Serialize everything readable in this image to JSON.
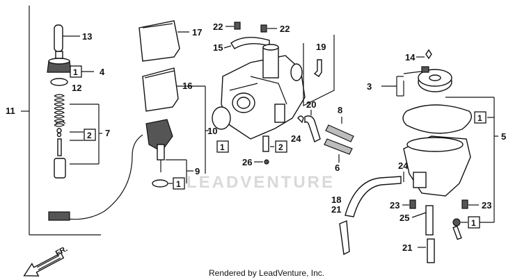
{
  "watermark": "LEADVENTURE",
  "footer": "Rendered by LeadVenture, Inc.",
  "direction_label": "FR.",
  "labels": {
    "l11": "11",
    "l13": "13",
    "l4": "4",
    "l12": "12",
    "l7": "7",
    "l17": "17",
    "l16": "16",
    "l10": "10",
    "l9": "9",
    "l22a": "22",
    "l22b": "22",
    "l15": "15",
    "l19": "19",
    "l20": "20",
    "l24a": "24",
    "l26": "26",
    "l8": "8",
    "l6": "6",
    "l14": "14",
    "l3": "3",
    "l5": "5",
    "l24b": "24",
    "l18": "18",
    "l21a": "21",
    "l23a": "23",
    "l23b": "23",
    "l25": "25",
    "l21b": "21"
  },
  "boxes": {
    "b4": "1",
    "b7": "2",
    "b9": "1",
    "b10": "1",
    "b26": "2",
    "b5": "1",
    "b23": "1"
  }
}
